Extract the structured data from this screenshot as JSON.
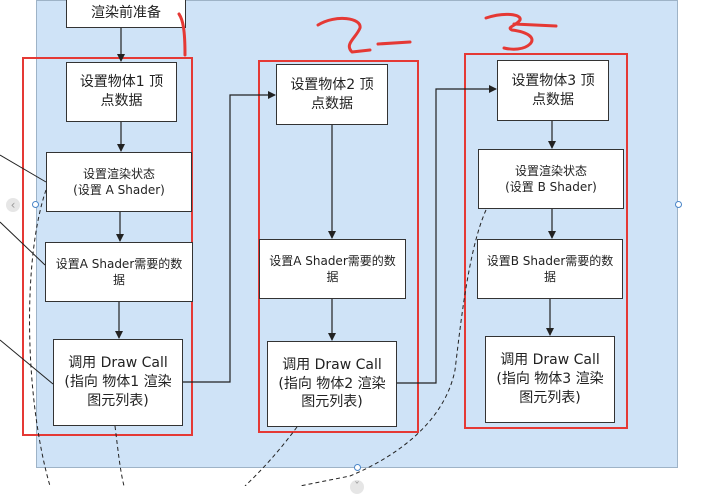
{
  "colors": {
    "canvas": "#cfe3f7",
    "frame": "#e53935",
    "connector": "#222222",
    "handle": "#4a86c8"
  },
  "annotations": {
    "group1": "1",
    "group2": "2",
    "group3": "3"
  },
  "nodes": {
    "render_queue": "渲染前准备",
    "obj1_vertex": "设置物体1 顶\n点数据",
    "render_state_a": "设置渲染状态\n(设置 A Shader)",
    "shader_a_data_1": "设置A Shader需要的数\n据",
    "drawcall_1": "调用 Draw Call\n(指向 物体1 渲染\n图元列表)",
    "obj2_vertex": "设置物体2 顶\n点数据",
    "shader_a_data_2": "设置A Shader需要的数\n据",
    "drawcall_2": "调用 Draw Call\n(指向 物体2 渲染\n图元列表)",
    "obj3_vertex": "设置物体3 顶\n点数据",
    "render_state_b": "设置渲染状态\n(设置 B Shader)",
    "shader_b_data": "设置B Shader需要的数\n据",
    "drawcall_3": "调用 Draw Call\n(指向 物体3 渲染\n图元列表)"
  },
  "icons": {
    "left_collapse": "chevron-left-icon",
    "bottom_collapse": "chevron-down-icon"
  }
}
